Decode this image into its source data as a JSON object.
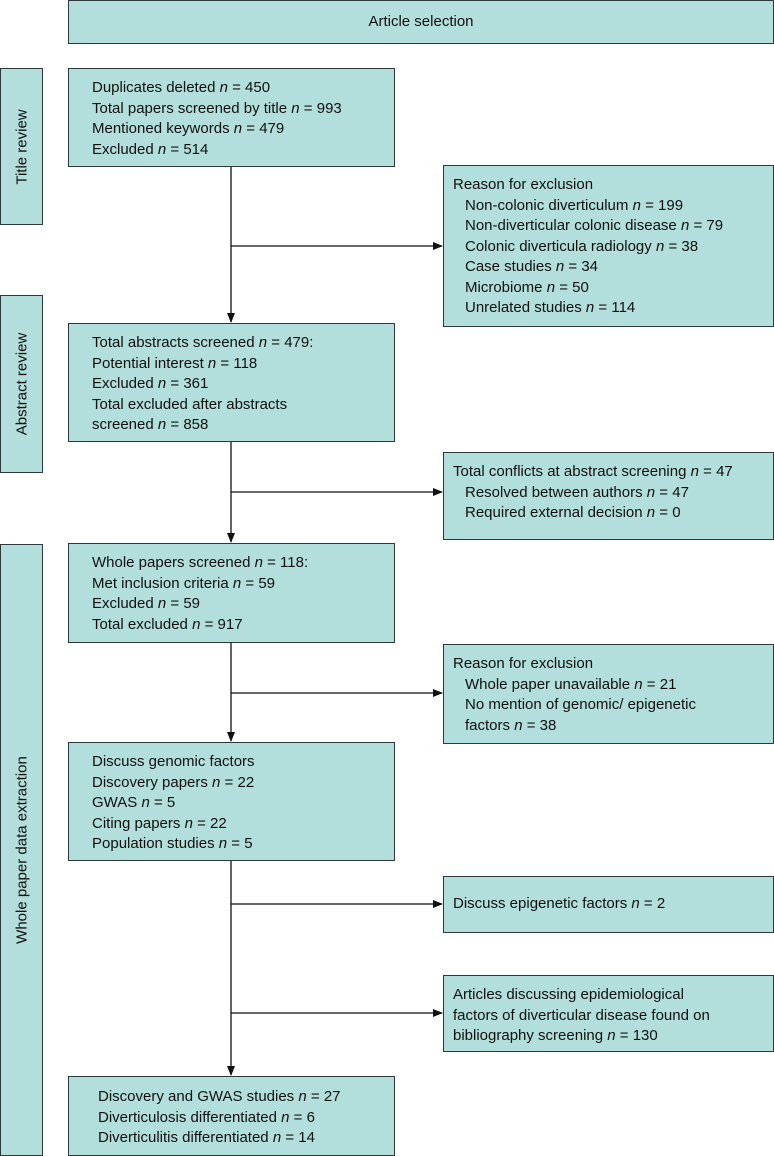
{
  "header": {
    "title": "Article selection"
  },
  "stages": {
    "title_review": "Title review",
    "abstract_review": "Abstract review",
    "whole_paper": "Whole paper data extraction"
  },
  "boxes": {
    "title": {
      "lines": [
        {
          "t": "Duplicates deleted ",
          "n": "450"
        },
        {
          "t": "Total papers screened by title ",
          "n": "993"
        },
        {
          "t": "Mentioned keywords ",
          "n": "479"
        },
        {
          "t": "Excluded ",
          "n": "514"
        }
      ]
    },
    "exclusion1": {
      "heading": "Reason for exclusion",
      "lines": [
        {
          "t": "Non-colonic diverticulum ",
          "n": "199"
        },
        {
          "t": "Non-diverticular colonic disease ",
          "n": "79"
        },
        {
          "t": "Colonic diverticula radiology ",
          "n": "38"
        },
        {
          "t": "Case studies ",
          "n": "34"
        },
        {
          "t": "Microbiome ",
          "n": "50"
        },
        {
          "t": "Unrelated studies ",
          "n": "114"
        }
      ]
    },
    "abstract": {
      "lines": [
        {
          "t": "Total abstracts screened ",
          "n": "479",
          "s": ":"
        },
        {
          "t": "Potential interest ",
          "n": "118"
        },
        {
          "t": "Excluded ",
          "n": "361"
        },
        {
          "t": "Total excluded after abstracts"
        },
        {
          "t": "screened ",
          "n": "858"
        }
      ]
    },
    "conflicts": {
      "heading": {
        "t": "Total conflicts at abstract screening ",
        "n": "47"
      },
      "lines": [
        {
          "t": "Resolved between authors ",
          "n": "47"
        },
        {
          "t": "Required external decision ",
          "n": "0"
        }
      ]
    },
    "whole": {
      "lines": [
        {
          "t": "Whole papers screened ",
          "n": "118",
          "s": ":"
        },
        {
          "t": "Met inclusion criteria ",
          "n": "59"
        },
        {
          "t": "Excluded ",
          "n": "59"
        },
        {
          "t": "Total excluded ",
          "n": "917"
        }
      ]
    },
    "exclusion2": {
      "heading": "Reason for exclusion",
      "lines": [
        {
          "t": "Whole paper unavailable ",
          "n": "21"
        },
        {
          "t": "No mention of genomic/ epigenetic"
        },
        {
          "t": "factors ",
          "n": "38"
        }
      ]
    },
    "genomic": {
      "lines": [
        {
          "t": "Discuss genomic factors"
        },
        {
          "t": "Discovery papers ",
          "n": "22"
        },
        {
          "t": "GWAS ",
          "n": "5"
        },
        {
          "t": "Citing papers ",
          "n": "22"
        },
        {
          "t": "Population studies ",
          "n": "5"
        }
      ]
    },
    "epigenetic": {
      "lines": [
        {
          "t": "Discuss epigenetic factors ",
          "n": "2"
        }
      ]
    },
    "epidemiological": {
      "lines": [
        {
          "t": "Articles discussing epidemiological"
        },
        {
          "t": "factors of diverticular disease found on"
        },
        {
          "t": "bibliography screening ",
          "n": "130"
        }
      ]
    },
    "final": {
      "lines": [
        {
          "t": "Discovery and GWAS studies ",
          "n": "27"
        },
        {
          "t": "Diverticulosis differentiated ",
          "n": "6"
        },
        {
          "t": "Diverticulitis differentiated ",
          "n": "14"
        }
      ]
    }
  },
  "n_symbol": "n",
  "eq_symbol": " = "
}
